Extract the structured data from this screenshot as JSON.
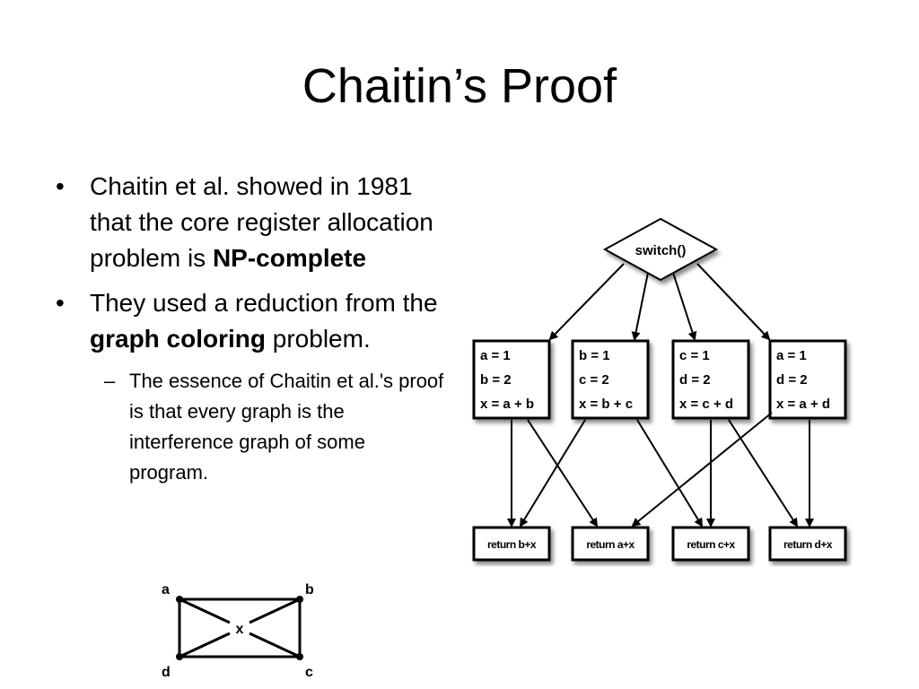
{
  "slide": {
    "title": "Chaitin’s Proof",
    "bullets": [
      {
        "text_before": "Chaitin et al. showed in 1981 that the core register allocation problem is ",
        "bold": "NP-complete",
        "text_after": ""
      },
      {
        "text_before": "They used a reduction from the ",
        "bold": "graph coloring",
        "text_after": " problem."
      }
    ],
    "subbullets": [
      {
        "text": "The essence of Chaitin et al.'s proof is that every graph is the interference graph of some program."
      }
    ],
    "bullet_mark": "•",
    "subbullet_mark": "–"
  },
  "cfg": {
    "switch_label": "switch()",
    "blocks": [
      {
        "lines": [
          "a = 1",
          "b = 2",
          "x = a + b"
        ]
      },
      {
        "lines": [
          "b = 1",
          "c = 2",
          "x = b + c"
        ]
      },
      {
        "lines": [
          "c = 1",
          "d = 2",
          "x = c + d"
        ]
      },
      {
        "lines": [
          "a = 1",
          "d = 2",
          "x = a + d"
        ]
      }
    ],
    "returns": [
      "return b+x",
      "return a+x",
      "return c+x",
      "return d+x"
    ]
  },
  "interference_graph": {
    "nodes": [
      "a",
      "b",
      "c",
      "d",
      "x"
    ]
  }
}
